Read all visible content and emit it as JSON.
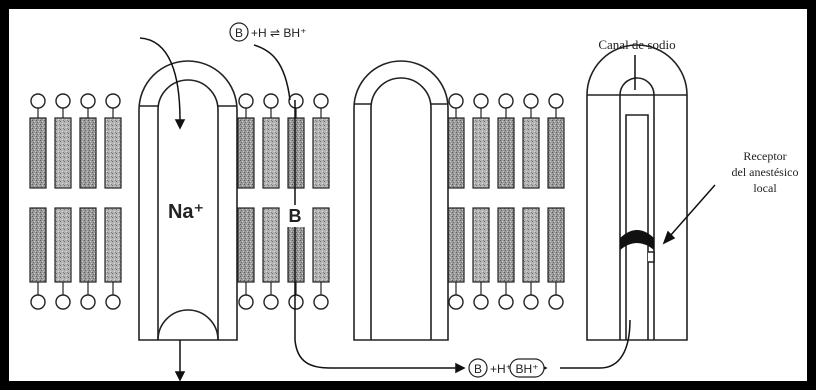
{
  "diagram": {
    "top_equation": {
      "b": "B",
      "rest": "+H ⇌ BH⁺"
    },
    "bottom_equation": {
      "b": "B",
      "plus_h": "+H⁺ ⇌",
      "bh": "BH⁺"
    },
    "ion_label": "Na⁺",
    "base_label": "B",
    "channel_label": "Canal de sodio",
    "receptor_label": {
      "line1": "Receptor",
      "line2": "del anestésico",
      "line3": "local"
    }
  }
}
